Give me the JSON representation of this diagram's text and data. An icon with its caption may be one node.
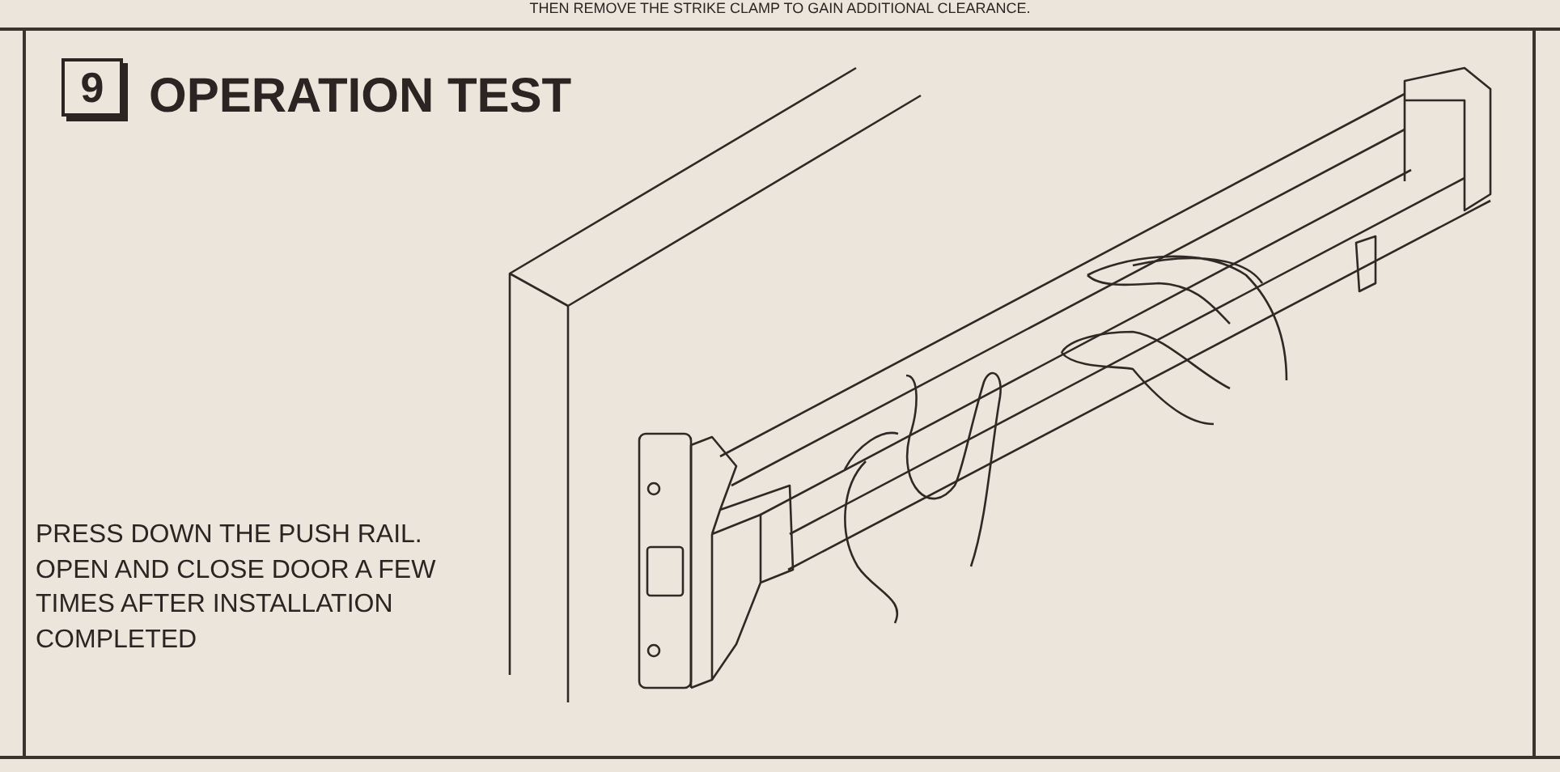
{
  "diagram": {
    "title": "OPERATION TEST",
    "nodes": [
      {
        "text": [
          "9"
        ]
      }
    ],
    "labels": [
      "THEN REMOVE THE STRIKE CLAMP TO GAIN ADDITIONAL CLEARANCE.",
      "PRESS DOWN THE PUSH RAIL. OPEN AND CLOSE DOOR A FEW TIMES AFTER INSTALLATION COMPLETED"
    ]
  }
}
